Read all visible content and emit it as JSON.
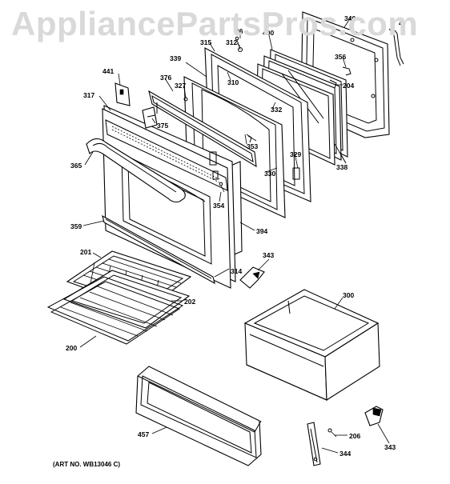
{
  "watermark": "AppliancePartsPros.com",
  "art_number": "(ART NO. WB13046 C)",
  "part_labels": [
    "340",
    "4",
    "36",
    "312",
    "400",
    "315",
    "356",
    "204",
    "339",
    "310",
    "441",
    "376",
    "327",
    "317",
    "375",
    "332",
    "353",
    "329",
    "338",
    "365",
    "330",
    "354",
    "359",
    "394",
    "343",
    "201",
    "314",
    "300",
    "202",
    "200",
    "457",
    "206",
    "343",
    "344"
  ]
}
